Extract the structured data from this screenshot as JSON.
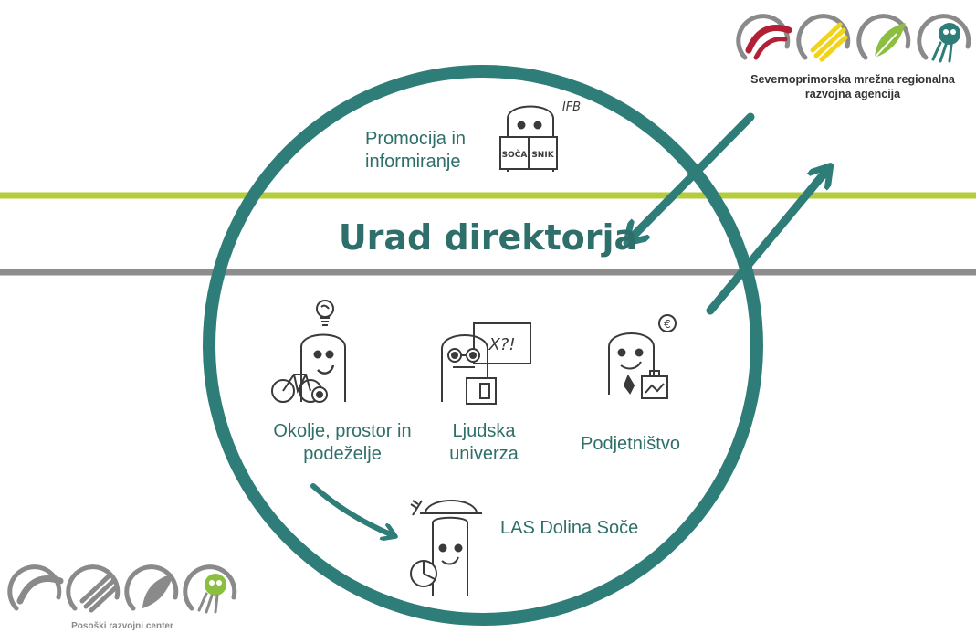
{
  "title": "Urad direktorja",
  "top_organization": {
    "name_line1": "Severnoprimorska mrežna regionalna",
    "name_line2": "razvojna agencija"
  },
  "bottom_organization": {
    "name": "Posoški razvojni center"
  },
  "units": {
    "promotion": {
      "line1": "Promocija in",
      "line2": "informiranje"
    },
    "environment": {
      "line1": "Okolje, prostor in",
      "line2": "podeželje"
    },
    "university": {
      "line1": "Ljudska",
      "line2": "univerza"
    },
    "entrepreneurship": {
      "line1": "Podjetništvo"
    },
    "las": {
      "line1": "LAS Dolina Soče"
    }
  },
  "icon_text": {
    "book_left": "SOČA",
    "book_right": "SNIK",
    "ifb": "IFB",
    "board": "X?!",
    "euro": "€"
  },
  "colors": {
    "teal": "#2f7d78",
    "text_teal": "#2f6f6b",
    "green_line": "#b5cc3c",
    "gray_line": "#8d8d8d",
    "logo_red": "#b32035",
    "logo_yellow": "#f2d31b",
    "logo_green": "#8cbf3f",
    "logo_teal": "#2f7d78",
    "logo_gray": "#8a8a8a"
  }
}
